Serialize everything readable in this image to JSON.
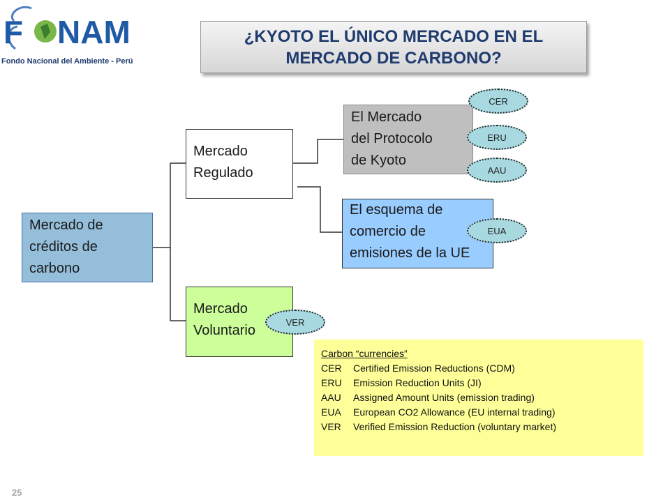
{
  "logo": {
    "brand": "FONAM",
    "caption": "Fondo Nacional del Ambiente - Perú"
  },
  "title": "¿KYOTO EL ÚNICO MERCADO EN EL\nMERCADO DE CARBONO?",
  "nodes": {
    "root": "Mercado de\ncréditos de\n carbono",
    "regulated": "Mercado\nRegulado",
    "voluntary": "Mercado\nVoluntario",
    "kyoto": "El Mercado\ndel Protocolo\nde Kyoto",
    "eu_scheme": "El esquema de\ncomercio de\nemisiones de la UE"
  },
  "currency_tags": {
    "cer": "CER",
    "eru": "ERU",
    "aau": "AAU",
    "eua": "EUA",
    "ver": "VER"
  },
  "legend": {
    "title": "Carbon “currencies”",
    "rows": [
      {
        "code": "CER",
        "desc": "Certified Emission Reductions (CDM)"
      },
      {
        "code": "ERU",
        "desc": "Emission Reduction Units (JI)"
      },
      {
        "code": "AAU",
        "desc": "Assigned Amount Units (emission trading)"
      },
      {
        "code": "EUA",
        "desc": "European CO2 Allowance (EU internal trading)"
      },
      {
        "code": "VER",
        "desc": "Verified Emission Reduction (voluntary market)"
      }
    ]
  },
  "page_number": "25",
  "colors": {
    "title_text": "#1f3b6e",
    "root_box": "#95bedb",
    "voluntary_box": "#ccff99",
    "kyoto_box": "#bfbfbf",
    "eu_box": "#99ccff",
    "oval": "#a8d8e0",
    "legend_bg": "#ffff99"
  }
}
